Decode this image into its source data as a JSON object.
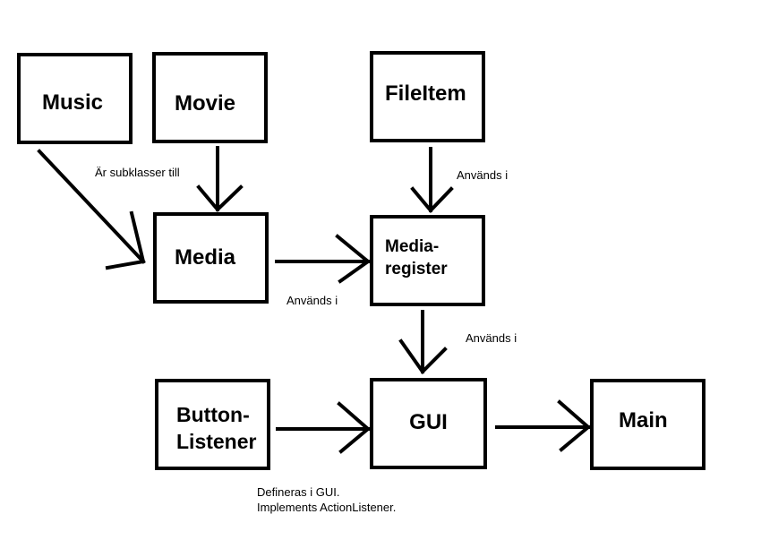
{
  "nodes": {
    "music": "Music",
    "movie": "Movie",
    "fileitem": "FileItem",
    "media": "Media",
    "mediaregister_line1": "Media-",
    "mediaregister_line2": "register",
    "buttonlistener_line1": "Button-",
    "buttonlistener_line2": "Listener",
    "gui": "GUI",
    "main": "Main"
  },
  "labels": {
    "subclass": "Är subklasser till",
    "used_fileitem": "Används i",
    "used_media": "Används i",
    "used_register": "Används i",
    "defined_line1": "Defineras i GUI.",
    "defined_line2": "Implements ActionListener."
  }
}
